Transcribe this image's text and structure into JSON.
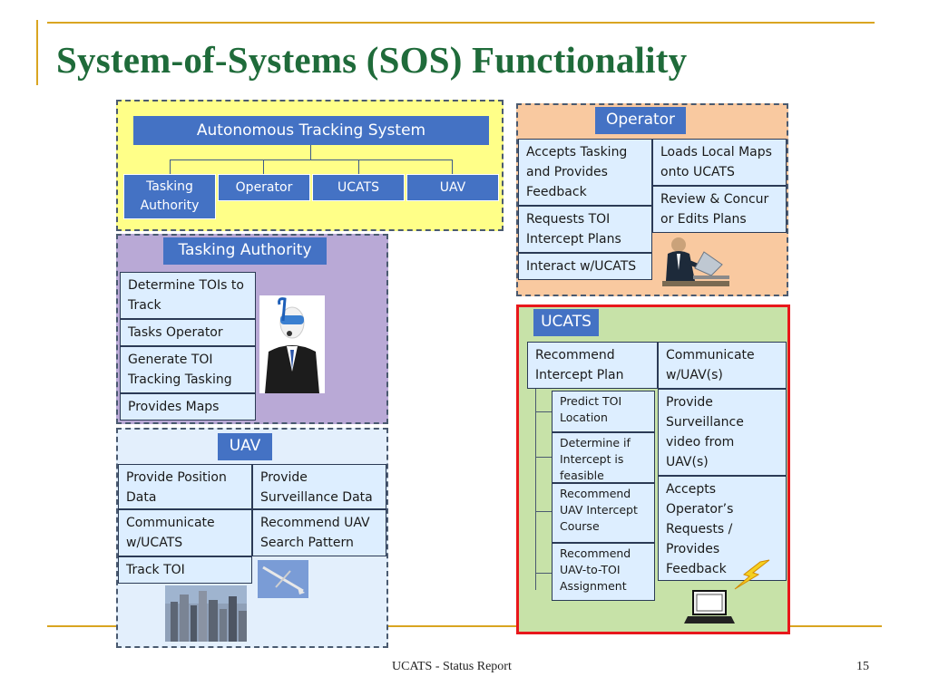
{
  "slide": {
    "title": "System-of-Systems (SOS) Functionality",
    "footer": "UCATS - Status Report",
    "page_number": "15"
  },
  "colors": {
    "title": "#1f6b3a",
    "rule": "#d9a521",
    "header_blue": "#4472c4",
    "cell_fill": "#ddeeff",
    "top_panel": "#ffff88",
    "tasking_panel": "#b9a9d6",
    "uav_panel": "#e3effc",
    "operator_panel": "#f9c9a0",
    "ucats_panel": "#c7e2a8",
    "ucats_border": "#e8171b"
  },
  "ats": {
    "title": "Autonomous Tracking System",
    "children": [
      "Tasking Authority",
      "Operator",
      "UCATS",
      "UAV"
    ]
  },
  "tasking": {
    "header": "Tasking Authority",
    "items": [
      "Determine TOIs to Track",
      "Tasks Operator",
      "Generate TOI Tracking Tasking",
      "Provides Maps"
    ]
  },
  "uav": {
    "header": "UAV",
    "items": [
      "Provide Position Data",
      "Provide Surveillance Data",
      "Communicate w/UCATS",
      "Recommend UAV Search Pattern",
      "Track TOI"
    ]
  },
  "operator": {
    "header": "Operator",
    "left": [
      "Accepts Tasking and Provides Feedback",
      "Requests TOI Intercept Plans",
      "Interact w/UCATS"
    ],
    "right": [
      "Loads Local Maps onto UCATS",
      "Review & Concur or Edits Plans"
    ]
  },
  "ucats": {
    "header": "UCATS",
    "main": "Recommend Intercept Plan",
    "sub": [
      "Predict TOI Location",
      "Determine if Intercept is feasible",
      "Recommend UAV Intercept Course",
      "Recommend UAV-to-TOI Assignment"
    ],
    "right": [
      "Communicate w/UAV(s)",
      "Provide Surveillance video from UAV(s)",
      "Accepts Operator’s Requests / Provides Feedback"
    ]
  },
  "icons": {
    "person_mask": "person-with-mask-icon",
    "businessman": "businessman-at-laptop-icon",
    "uav": "uav-aircraft-icon",
    "city": "city-aerial-photo-icon",
    "laptop": "laptop-icon",
    "lightning": "lightning-bolt-icon"
  }
}
